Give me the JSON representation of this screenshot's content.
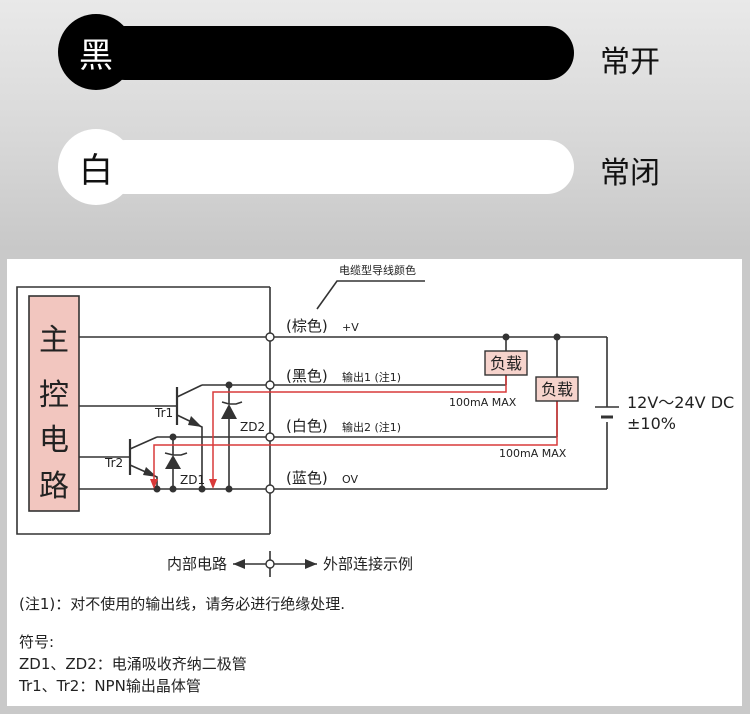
{
  "legend": {
    "black": {
      "badge": "黑",
      "function": "常开"
    },
    "white": {
      "badge": "白",
      "function": "常闭"
    }
  },
  "diagram": {
    "caption": "电缆型导线颜色",
    "main_circuit": [
      "主",
      "控",
      "电",
      "路"
    ],
    "wires": [
      {
        "color": "(棕色)",
        "sig": "+V"
      },
      {
        "color": "(黑色)",
        "sig": "输出1 (注1)"
      },
      {
        "color": "(白色)",
        "sig": "输出2 (注1)"
      },
      {
        "color": "(蓝色)",
        "sig": "OV"
      }
    ],
    "load1": "负载",
    "load2": "负载",
    "current1": "100mA MAX",
    "current2": "100mA MAX",
    "supply_voltage": "12V～24V DC",
    "supply_tol": "±10%",
    "tr1": "Tr1",
    "tr2": "Tr2",
    "zd1": "ZD1",
    "zd2": "ZD2",
    "internal": "内部电路",
    "external": "外部连接示例",
    "colors": {
      "wire": "#333333",
      "current": "#d93a3a",
      "box_fill": "#f2c6bf",
      "load_fill": "#f6d3cc"
    }
  },
  "notes": {
    "note1": "(注1)：对不使用的输出线，请务必进行绝缘处理.",
    "symbols_title": "符号:",
    "symbols_zd": "ZD1、ZD2：电涌吸收齐纳二极管",
    "symbols_tr": "Tr1、Tr2：NPN输出晶体管"
  }
}
